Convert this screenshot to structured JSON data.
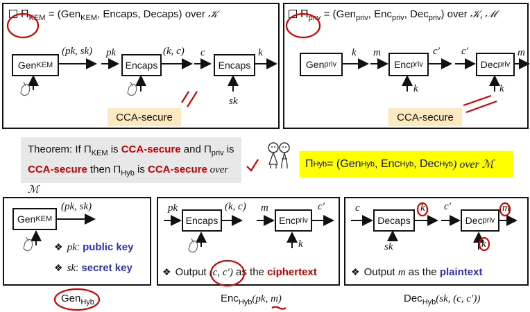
{
  "panel_kem": {
    "title": "(GenKEM, Encaps, Decaps) over 𝒦",
    "pi_sub": "KEM",
    "gen": {
      "name": "Gen",
      "sub": "KEM"
    },
    "encaps": "Encaps",
    "encaps2": "Encaps",
    "lbl_pksk": "(pk, sk)",
    "lbl_pk": "pk",
    "lbl_kc": "(k, c)",
    "lbl_c": "c",
    "lbl_k": "k",
    "lbl_sk": "sk",
    "badge": "CCA-secure"
  },
  "panel_priv": {
    "title": "(Genpriv, Encpriv, Decpriv) over 𝒦, ℳ",
    "pi_sub": "priv",
    "gen": {
      "name": "Gen",
      "sub": "priv"
    },
    "enc": {
      "name": "Enc",
      "sub": "priv"
    },
    "dec": {
      "name": "Dec",
      "sub": "priv"
    },
    "lbl_k": "k",
    "lbl_m": "m",
    "lbl_cp": "c′",
    "lbl_cp2": "c′",
    "lbl_m2": "m",
    "lbl_k_enc": "k",
    "lbl_k_dec": "k",
    "badge": "CCA-secure"
  },
  "theorem": {
    "t1": "Theorem: If Π",
    "t1_sub": "KEM",
    "t2": " is ",
    "t3": "CCA-secure",
    "t4": " and Π",
    "t4_sub": "priv",
    "t5": " is",
    "t6": "CCA-secure",
    "t7": " then Π",
    "t7_sub": "Hyb",
    "t8": " is ",
    "t9": "CCA-secure",
    "t10": " over ℳ"
  },
  "hyb": {
    "pi_sub": "Hyb",
    "text": " = (Gen",
    "s1": "Hyb",
    "t2": ", Enc",
    "s2": "Hyb",
    "t3": ", Dec",
    "s3": "Hyb",
    "t4": ") over ℳ"
  },
  "panel_gen": {
    "gen": {
      "name": "Gen",
      "sub": "KEM"
    },
    "lbl_pksk": "(pk, sk)",
    "b1_var": "pk",
    "b1_label": "public key",
    "b2_var": "sk",
    "b2_label": "secret key",
    "caption": {
      "name": "Gen",
      "sub": "Hyb"
    }
  },
  "panel_enc": {
    "encaps": "Encaps",
    "enc": {
      "name": "Enc",
      "sub": "priv"
    },
    "lbl_pk": "pk",
    "lbl_kc": "(k, c)",
    "lbl_m": "m",
    "lbl_cp": "c′",
    "lbl_k": "k",
    "out_pre": "Output ",
    "out_var": "(c, c′)",
    "out_mid": " as the ",
    "out_word": "ciphertext",
    "caption": {
      "name": "Enc",
      "sub": "Hyb",
      "args": "(pk, m)"
    }
  },
  "panel_dec": {
    "decaps": "Decaps",
    "dec": {
      "name": "Dec",
      "sub": "priv"
    },
    "lbl_c": "c",
    "lbl_k": "k",
    "lbl_cp": "c′",
    "lbl_m": "m",
    "lbl_sk": "sk",
    "lbl_k2": "k",
    "out_pre": "Output ",
    "out_var": "m",
    "out_mid": " as the ",
    "out_word": "plaintext",
    "caption": {
      "name": "Dec",
      "sub": "Hyb",
      "args": "(sk, (c, c′))"
    }
  },
  "colors": {
    "red": "#c00000",
    "blue": "#2e2eb8",
    "badge": "#fde9c0",
    "yellow": "#ffff00",
    "theorem_bg": "#e8e8e8",
    "annot_red": "#d40000"
  }
}
